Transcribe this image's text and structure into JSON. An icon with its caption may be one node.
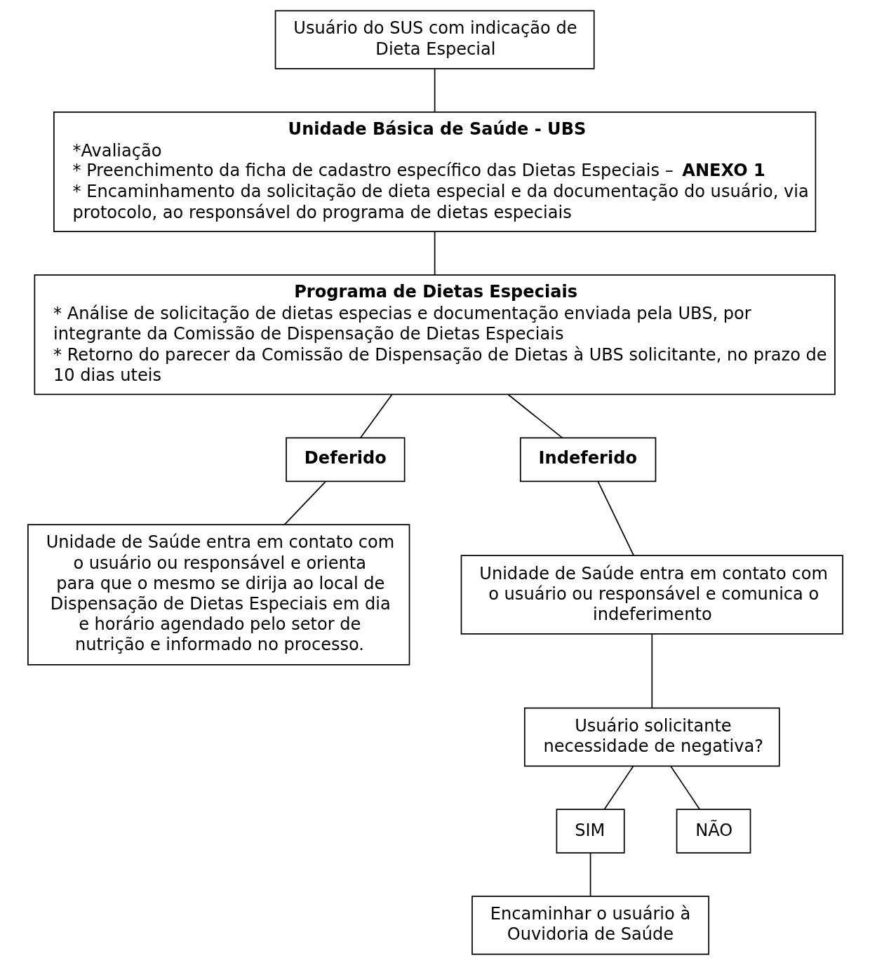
{
  "diagram": {
    "nodes": [
      {
        "text": [
          "Usuário do SUS com indicação de Dieta Especial"
        ]
      },
      {
        "text": [
          "Unidade Básica de Saúde - UBS",
          "*Avaliação",
          "* Preenchimento da ficha de cadastro específico das Dietas Especiais – **ANEXO 1**",
          "* Encaminhamento da solicitação de dieta especial e da documentação do usuário, via protocolo, ao responsável do programa de dietas especiais"
        ]
      },
      {
        "text": [
          "Programa de Dietas Especiais",
          "* Análise de solicitação de dietas especias e documentação enviada pela UBS, por integrante da Comissão de Dispensação de Dietas Especiais",
          "* Retorno do parecer da Comissão de Dispensação de Dietas à UBS solicitante, no prazo de 10 dias uteis"
        ]
      },
      {
        "text": [
          "Deferido"
        ]
      },
      {
        "text": [
          "Indeferido"
        ]
      },
      {
        "text": [
          "Unidade de Saúde entra em contato com o usuário ou responsável e orienta para que o mesmo se dirija ao local de Dispensação de Dietas Especiais em dia e horário agendado pelo setor de nutrição e informado no processo."
        ]
      },
      {
        "text": [
          "Unidade de Saúde entra em contato com o usuário ou responsável e comunica o indeferimento"
        ]
      },
      {
        "text": [
          "Usuário solicitante necessidade de negativa?"
        ]
      },
      {
        "text": [
          "SIM"
        ]
      },
      {
        "text": [
          "NÃO"
        ]
      },
      {
        "text": [
          "Encaminhar o usuário à Ouvidoria de Saúde"
        ]
      }
    ],
    "edges": [
      {
        "from": 0,
        "to": 1,
        "arrow": "none"
      },
      {
        "from": 1,
        "to": 2,
        "arrow": "none"
      },
      {
        "from": 2,
        "to": 3,
        "arrow": "none"
      },
      {
        "from": 2,
        "to": 4,
        "arrow": "none"
      },
      {
        "from": 3,
        "to": 5,
        "arrow": "none"
      },
      {
        "from": 4,
        "to": 6,
        "arrow": "none"
      },
      {
        "from": 6,
        "to": 7,
        "arrow": "none"
      },
      {
        "from": 7,
        "to": 8,
        "arrow": "none"
      },
      {
        "from": 7,
        "to": 9,
        "arrow": "none"
      },
      {
        "from": 8,
        "to": 10,
        "arrow": "none"
      }
    ]
  }
}
